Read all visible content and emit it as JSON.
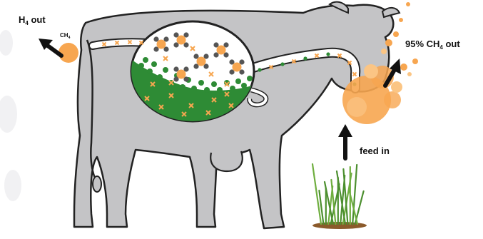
{
  "labels": {
    "h4_out": "H",
    "h4_out_sub": "4",
    "h4_out_suffix": " out",
    "ch4_small": "CH",
    "ch4_small_sub": "4",
    "ch4_out_prefix": "95% CH",
    "ch4_out_sub": "4",
    "ch4_out_suffix": " out",
    "feed_in": "feed in"
  },
  "colors": {
    "cow_fill": "#c4c4c6",
    "outline": "#222222",
    "rumen_fluid": "#2e8b35",
    "methane": "#f7a650",
    "methane_light": "#fbc584",
    "arrow": "#111111",
    "grass": "#4c8f2f",
    "soil": "#8b5a2b"
  },
  "icons": {
    "exhale_arrow": "arrow-up-left-icon",
    "belch_arrow": "arrow-up-right-icon",
    "feed_arrow": "arrow-up-icon",
    "grass": "grass-icon"
  }
}
